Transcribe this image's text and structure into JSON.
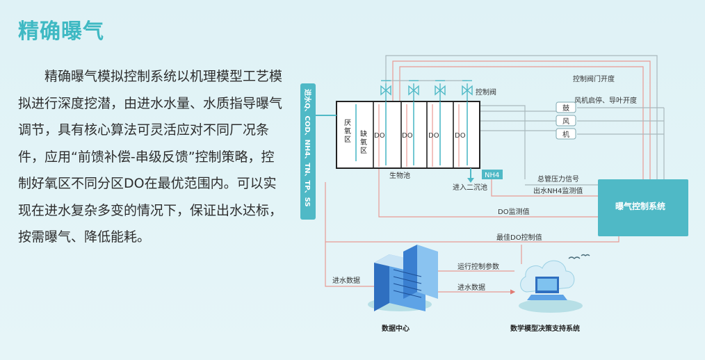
{
  "title": "精确曝气",
  "description": "精确曝气模拟控制系统以机理模型工艺模拟进行深度挖潜，由进水水量、水质指导曝气调节，具有核心算法可灵活应对不同厂况条件，应用“前馈补偿-串级反馈”控制策略，控制好氧区不同分区DO在最优范围内。可以实现在进水复杂多变的情况下，保证出水达标，按需曝气、降低能耗。",
  "diagram": {
    "inlet_bar": "进水Q、COD、NH4、TN、TP、SS",
    "anaerobic": "厌氧区",
    "anoxic": "缺氧区",
    "do_label": "DO",
    "bio_tank": "生物池",
    "nh4": "NH4",
    "to_clarifier": "进入二沉池",
    "control_valve": "控制阀",
    "valve_opening": "控制阀门开度",
    "fan_start_stop": "风机启停、导叶开度",
    "blower": [
      "鼓",
      "风",
      "机"
    ],
    "main_pressure": "总管压力信号",
    "outlet_nh4": "出水NH4监测值",
    "do_monitor": "DO监测值",
    "best_do": "最佳DO控制值",
    "aeration_system": "曝气控制系统",
    "run_params": "运行控制参数",
    "inlet_data": "进水数据",
    "inlet_data_left": "进水数据",
    "data_center": "数据中心",
    "model_system": "数学模型决策支持系统"
  }
}
